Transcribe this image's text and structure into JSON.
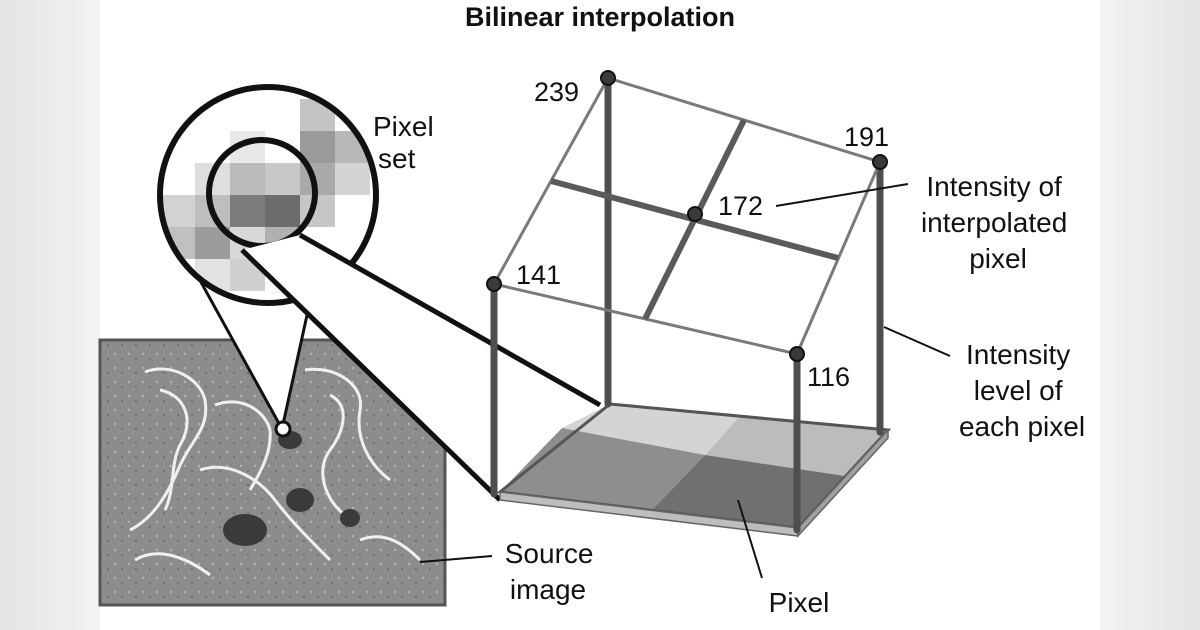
{
  "title": "Bilinear interpolation",
  "values": {
    "top_left": "239",
    "top_right": "191",
    "bottom_left": "141",
    "bottom_right": "116",
    "interpolated": "172"
  },
  "labels": {
    "pixel_set": [
      "Pixel",
      "set"
    ],
    "interpolated_intensity": [
      "Intensity of",
      "interpolated",
      "pixel"
    ],
    "intensity_level": [
      "Intensity",
      "level of",
      "each pixel"
    ],
    "source_image": [
      "Source",
      "image"
    ],
    "pixel": "Pixel"
  },
  "colors": {
    "post": "#555555",
    "frame": "#707070",
    "pixel_tile_light": "#d4d4d4",
    "pixel_tile_mid": "#a6a6a6",
    "pixel_tile_dark": "#777777",
    "source_background": "#8a8a8a"
  }
}
